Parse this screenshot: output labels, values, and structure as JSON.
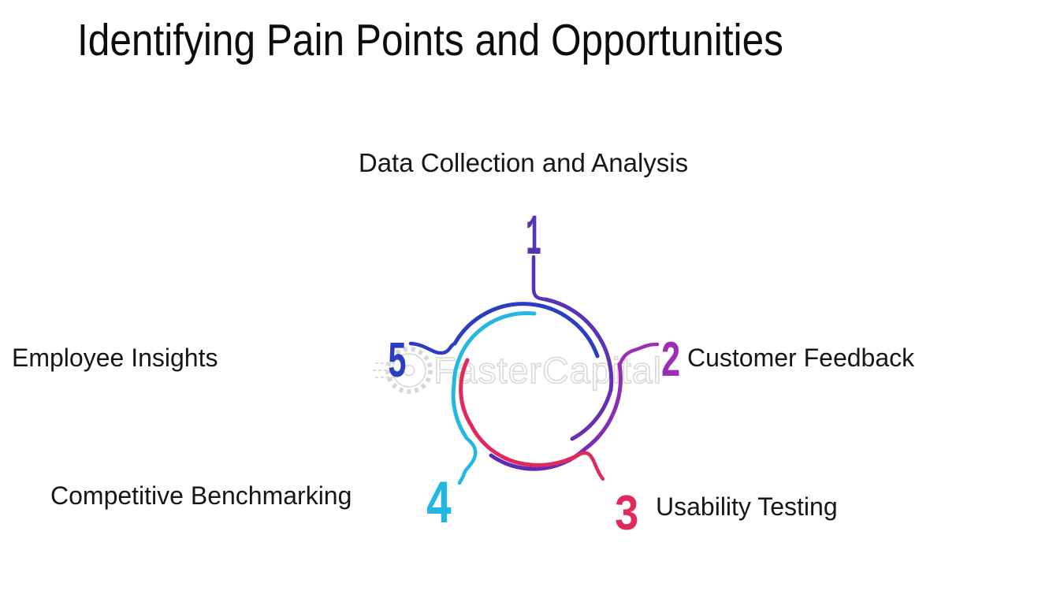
{
  "title": "Identifying Pain Points and Opportunities",
  "watermark": {
    "brand": "FasterCapital",
    "icon": "gear-icon"
  },
  "colors": {
    "background": "#ffffff",
    "title_text": "#0d0d0d",
    "label_text": "#161616",
    "watermark": "#c9c9c9"
  },
  "diagram": {
    "type": "cycle",
    "steps": [
      {
        "number": "1",
        "label": "Data Collection and Analysis",
        "color": "#5534b6",
        "color_end": "#6c2eb2",
        "position": "top"
      },
      {
        "number": "2",
        "label": "Customer Feedback",
        "color": "#9e2db6",
        "color_end": "#5c2ab8",
        "position": "right"
      },
      {
        "number": "3",
        "label": "Usability Testing",
        "color": "#e02a5c",
        "position": "bottom-right"
      },
      {
        "number": "4",
        "label": "Competitive Benchmarking",
        "color": "#24b7e2",
        "position": "bottom-left"
      },
      {
        "number": "5",
        "label": "Employee Insights",
        "color": "#2b3ec2",
        "position": "left"
      }
    ]
  }
}
